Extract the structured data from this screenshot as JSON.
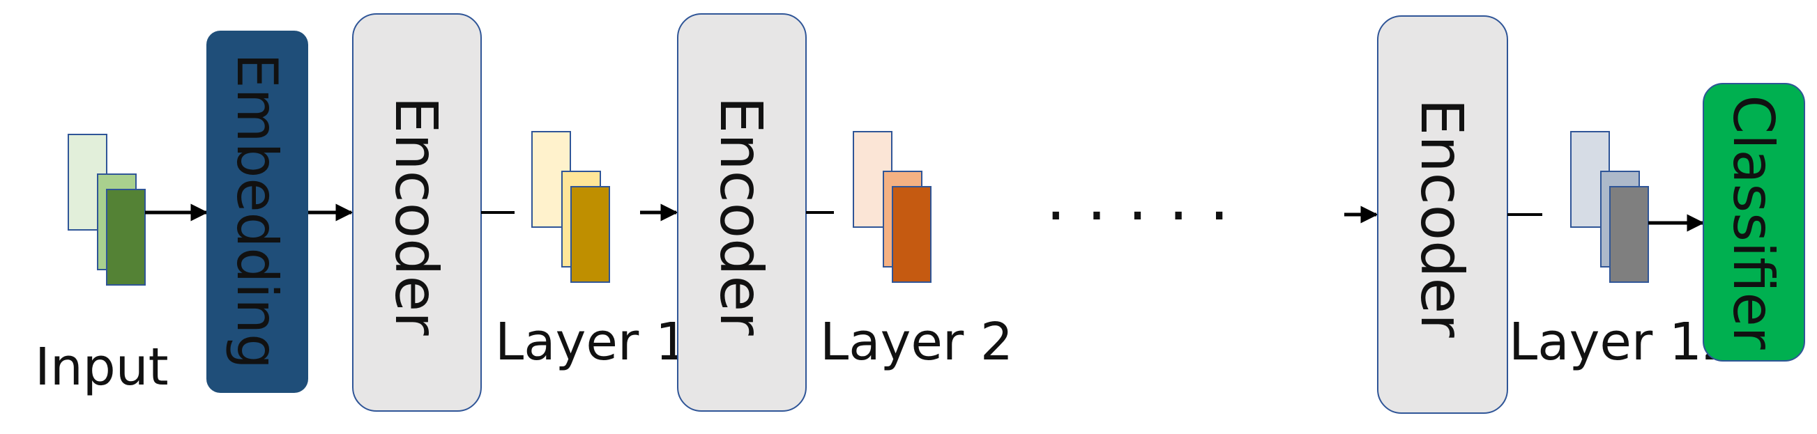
{
  "labels": {
    "input": "Input",
    "embedding": "Embedding",
    "encoder": "Encoder",
    "classifier": "Classifier",
    "layer_1": "Layer 1",
    "layer_2": "Layer 2",
    "layer_12": "Layer 12",
    "ellipsis": "....."
  },
  "colors": {
    "embedding_fill": "#1f4e79",
    "encoder_fill": "#e7e6e6",
    "encoder_stroke": "#2f5597",
    "classifier_fill": "#00b050",
    "input_cards": [
      "#e2efda",
      "#a9d08e",
      "#548235"
    ],
    "layer1_cards": [
      "#fff2cc",
      "#ffe699",
      "#bf8f00"
    ],
    "layer2_cards": [
      "#fbe5d6",
      "#f4b183",
      "#c55a11"
    ],
    "layer12_cards": [
      "#d6dce5",
      "#adb9ca",
      "#7f7f7f"
    ]
  }
}
